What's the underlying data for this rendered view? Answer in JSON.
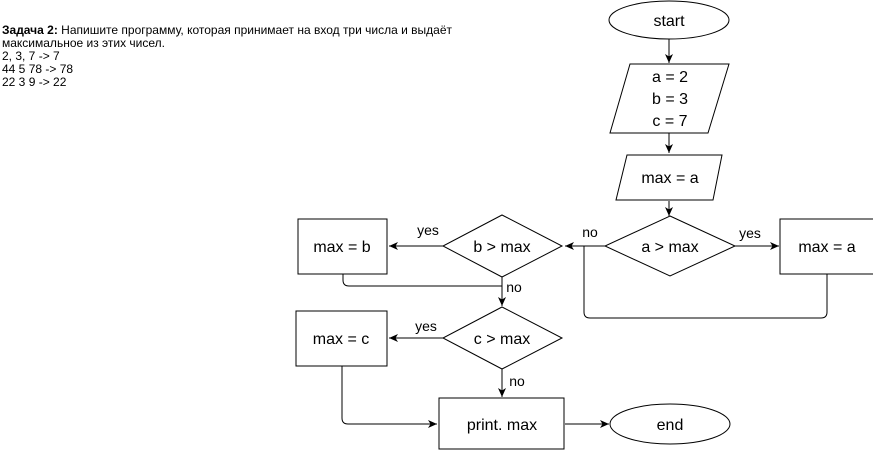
{
  "task": {
    "label": "Задача 2:",
    "description_line1": " Напишите программу, которая принимает на вход три числа и выдаёт",
    "description_line2": "максимальное из этих чисел.",
    "examples": [
      "2, 3, 7 -> 7",
      "44 5 78 -> 78",
      "22 3 9 -> 22"
    ]
  },
  "flowchart": {
    "start": "start",
    "input": [
      "a = 2",
      "b = 3",
      "c = 7"
    ],
    "init": "max = a",
    "decision_a": "a > max",
    "decision_b": "b > max",
    "decision_c": "c > max",
    "assign_a": "max = a",
    "assign_b": "max = b",
    "assign_c": "max = c",
    "output": "print. max",
    "end": "end",
    "yes_label": "yes",
    "no_label": "no"
  }
}
